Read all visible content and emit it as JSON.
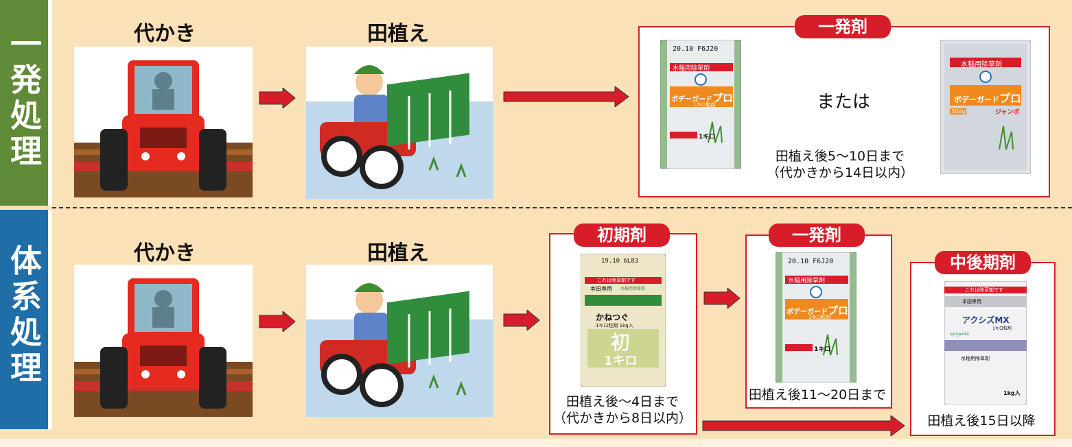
{
  "rows": [
    {
      "label": "一発処理"
    },
    {
      "label": "体系処理"
    }
  ],
  "steps": {
    "puddling": "代かき",
    "transplanting": "田植え"
  },
  "row1": {
    "tag": "一発剤",
    "or_text": "または",
    "timing_line1": "田植え後5～10日まで",
    "timing_line2": "（代かきから14日以内）",
    "product_left": {
      "band": "水稲用除草剤",
      "brand": "ボデーガード",
      "suffix": "プロ",
      "form": "1キロ粒剤",
      "lot": "20.10 F6J20",
      "weight": "1キロ"
    },
    "product_right": {
      "band": "水稲用除草剤",
      "brand": "ボデーガード",
      "suffix": "プロ",
      "form": "ジャンボ",
      "weight": "300g"
    }
  },
  "row2": {
    "initial": {
      "tag": "初期剤",
      "timing_line1": "田植え後～4日まで",
      "timing_line2": "（代かきから8日以内）",
      "product": {
        "warning": "これは除草剤です",
        "use": "本田専用",
        "type": "水稲用除草剤",
        "name": "かねつぐ",
        "form": "1キロ粒剤 1kg入",
        "big": "初",
        "big2": "1キロ",
        "lot": "19.10 6L83"
      }
    },
    "oneshot": {
      "tag": "一発剤",
      "timing": "田植え後11～20日まで",
      "product": {
        "band": "水稲用除草剤",
        "brand": "ボデーガード",
        "suffix": "プロ",
        "form": "1キロ粒剤",
        "lot": "20.10 F6J20",
        "weight": "1キロ"
      }
    },
    "mid": {
      "tag": "中後期剤",
      "timing": "田植え後15日以降",
      "product": {
        "warning": "これは除草剤です",
        "use": "本田専用",
        "name": "アクシズ",
        "suffix": "MX",
        "form": "1キロ粒剤",
        "type": "水稲用除草剤",
        "maker": "syngenta",
        "weight": "1kg入"
      }
    }
  },
  "colors": {
    "green": "#5f8a37",
    "blue": "#1f6ea8",
    "red": "#d81d2a",
    "background": "#fbe1b8"
  }
}
